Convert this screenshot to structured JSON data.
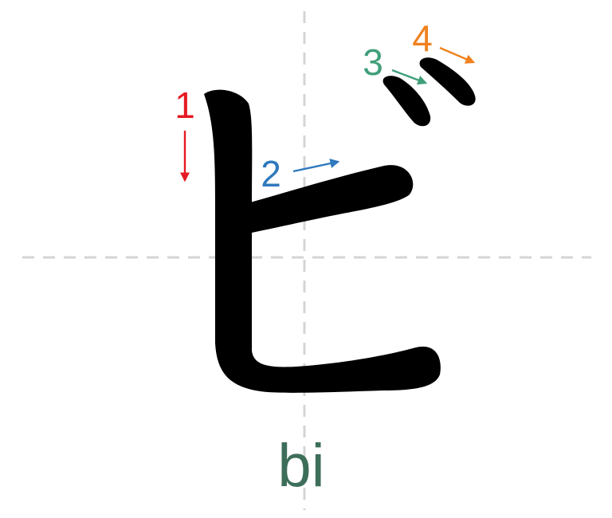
{
  "character": "ビ",
  "romaji": "bi",
  "colors": {
    "background": "#ffffff",
    "guide": "#d4d4d4",
    "ink": "#000000",
    "romaji": "#3d6e59"
  },
  "strokes": [
    {
      "number": "1",
      "color": "#e51b23",
      "direction": "down"
    },
    {
      "number": "2",
      "color": "#2f79bd",
      "direction": "right"
    },
    {
      "number": "3",
      "color": "#3f9f7a",
      "direction": "down-right"
    },
    {
      "number": "4",
      "color": "#f0811e",
      "direction": "down-right"
    }
  ]
}
